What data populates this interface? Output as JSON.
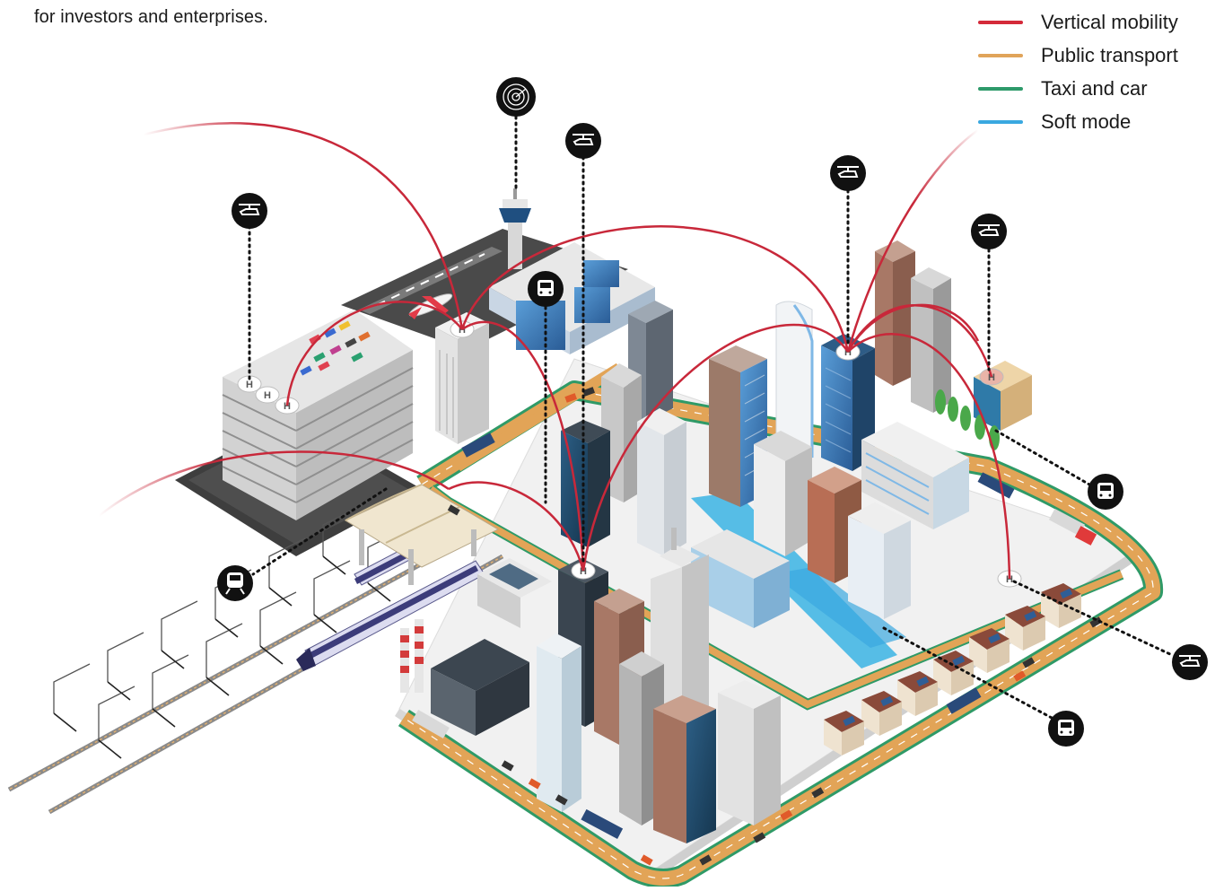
{
  "caption": "for investors and enterprises.",
  "legend": [
    {
      "label": "Vertical mobility",
      "color": "#d42a3a"
    },
    {
      "label": "Public transport",
      "color": "#e0a45a"
    },
    {
      "label": "Taxi and car",
      "color": "#2e9a6a"
    },
    {
      "label": "Soft mode",
      "color": "#3aa8e0"
    }
  ],
  "icons": {
    "drone": "drone-taxi-icon",
    "bus": "bus-icon",
    "train": "train-icon",
    "radar": "radar-icon",
    "helipad_letter": "H"
  },
  "colors": {
    "road": "#e2a457",
    "road_edge": "#2f9a67",
    "air_route": "#c8283a",
    "water": "#4fb7e3",
    "marker": "#111111"
  }
}
